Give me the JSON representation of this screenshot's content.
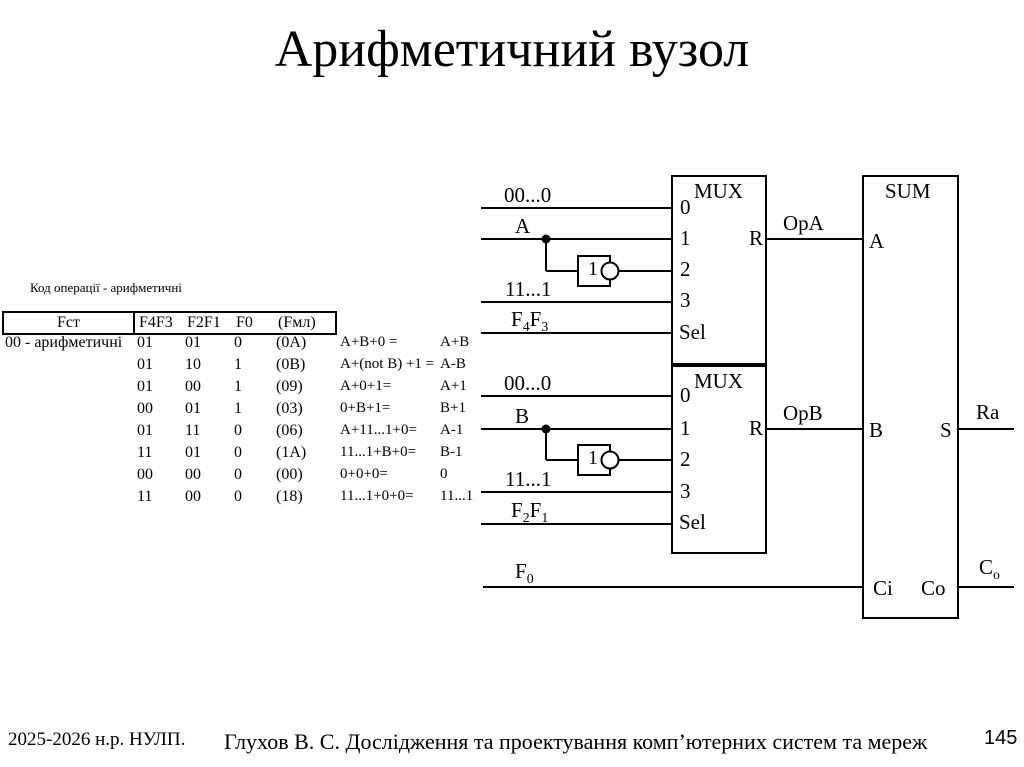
{
  "title": "Арифметичний вузол",
  "table": {
    "caption": "Код операції - арифметичні",
    "headers": {
      "fst": "Fст",
      "f43": "F4F3",
      "f21": "F2F1",
      "f0": "F0",
      "fml": "(Fмл)"
    },
    "group_label": "00 - арифметичні",
    "rows": [
      {
        "f43": "01",
        "f21": "01",
        "f0": "0",
        "code": "(0A)",
        "expr": "A+B+0  =",
        "result": "A+B"
      },
      {
        "f43": "01",
        "f21": "10",
        "f0": "1",
        "code": "(0B)",
        "expr": "A+(not B) +1 =",
        "result": "A-B"
      },
      {
        "f43": "01",
        "f21": "00",
        "f0": "1",
        "code": "(09)",
        "expr": "A+0+1=",
        "result": "A+1"
      },
      {
        "f43": "00",
        "f21": "01",
        "f0": "1",
        "code": "(03)",
        "expr": "0+B+1=",
        "result": "B+1"
      },
      {
        "f43": "01",
        "f21": "11",
        "f0": "0",
        "code": "(06)",
        "expr": "A+11...1+0=",
        "result": "A-1"
      },
      {
        "f43": "11",
        "f21": "01",
        "f0": "0",
        "code": "(1A)",
        "expr": "11...1+B+0=",
        "result": "B-1"
      },
      {
        "f43": "00",
        "f21": "00",
        "f0": "0",
        "code": "(00)",
        "expr": "0+0+0=",
        "result": "0"
      },
      {
        "f43": "11",
        "f21": "00",
        "f0": "0",
        "code": "(18)",
        "expr": "11...1+0+0=",
        "result": "11...1"
      }
    ]
  },
  "diagram": {
    "mux1": {
      "title": "MUX",
      "in0": "0",
      "in1": "1",
      "in2": "2",
      "in3": "3",
      "sel": "Sel",
      "out": "R",
      "inverter": "1"
    },
    "mux2": {
      "title": "MUX",
      "in0": "0",
      "in1": "1",
      "in2": "2",
      "in3": "3",
      "sel": "Sel",
      "out": "R",
      "inverter": "1"
    },
    "sum": {
      "title": "SUM",
      "in_a": "A",
      "in_b": "B",
      "out_s": "S",
      "in_ci": "Ci",
      "out_co": "Co"
    },
    "signals": {
      "zeros1": "00...0",
      "a": "A",
      "ones1": "11...1",
      "f43": [
        "F",
        "4",
        "F",
        "3"
      ],
      "zeros2": "00...0",
      "b": "B",
      "ones2": "11...1",
      "f21": [
        "F",
        "2",
        "F",
        "1"
      ],
      "f0": [
        "F",
        "0"
      ],
      "opa": "OpA",
      "opb": "OpB",
      "ra": "Ra",
      "co_out": [
        "C",
        "o"
      ]
    }
  },
  "footer": {
    "left": "2025-2026 н.р. НУЛП.",
    "center": "Глухов В. С. Дослідження та проектування комп’ютерних систем та мереж",
    "page": "145"
  },
  "colors": {
    "ink": "#000000",
    "background": "#ffffff"
  }
}
